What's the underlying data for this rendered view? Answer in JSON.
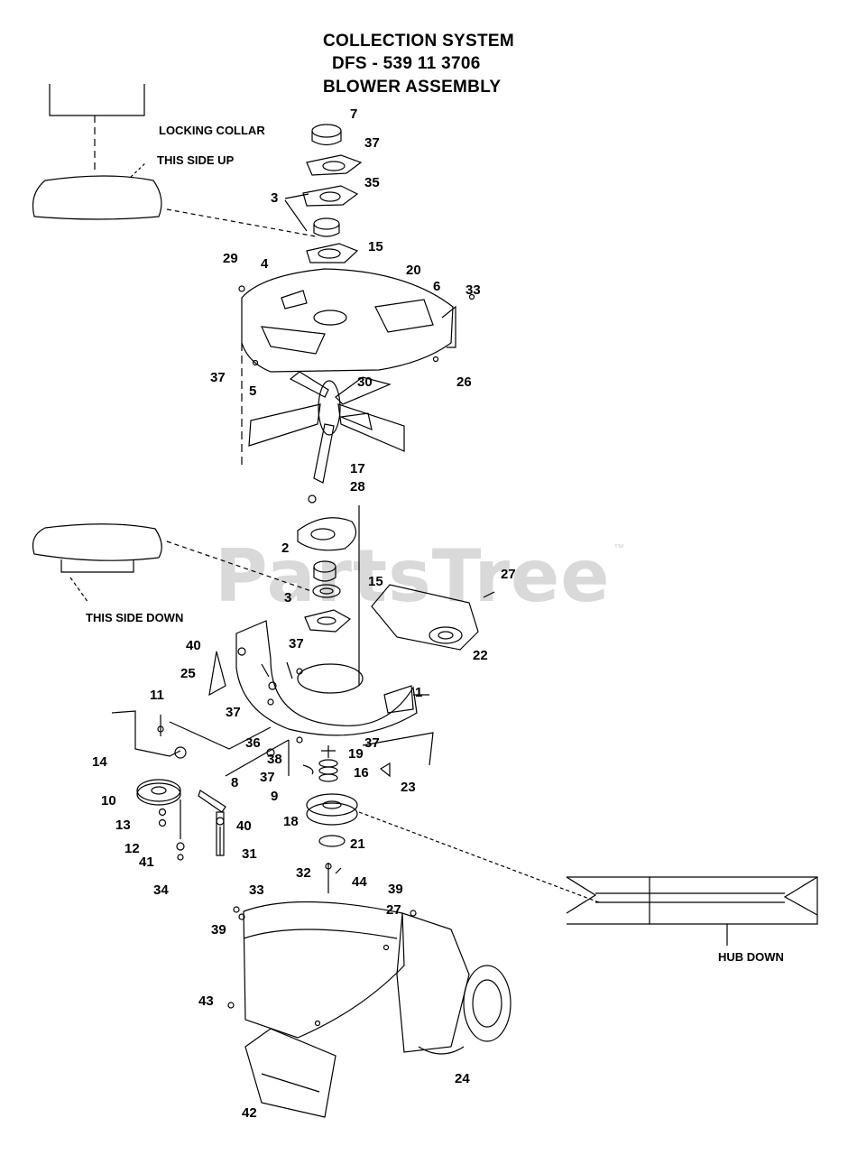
{
  "header": {
    "line1": "COLLECTION SYSTEM",
    "line2": "DFS - 539 11 3706",
    "line3": "BLOWER  ASSEMBLY"
  },
  "captions": {
    "locking_collar": "LOCKING COLLAR",
    "this_side_up": "THIS SIDE UP",
    "this_side_down": "THIS SIDE DOWN",
    "hub_down": "HUB DOWN"
  },
  "watermark": {
    "text": "PartsTree",
    "trademark": "™"
  },
  "part_numbers": [
    "7",
    "37",
    "3",
    "35",
    "15",
    "29",
    "4",
    "20",
    "6",
    "33",
    "37",
    "5",
    "26",
    "30",
    "17",
    "28",
    "2",
    "27",
    "15",
    "3",
    "37",
    "22",
    "40",
    "25",
    "1",
    "11",
    "37",
    "14",
    "36",
    "37",
    "19",
    "38",
    "8",
    "16",
    "37",
    "23",
    "9",
    "10",
    "18",
    "40",
    "13",
    "21",
    "12",
    "31",
    "41",
    "34",
    "32",
    "44",
    "39",
    "33",
    "27",
    "39",
    "43",
    "24",
    "42"
  ]
}
